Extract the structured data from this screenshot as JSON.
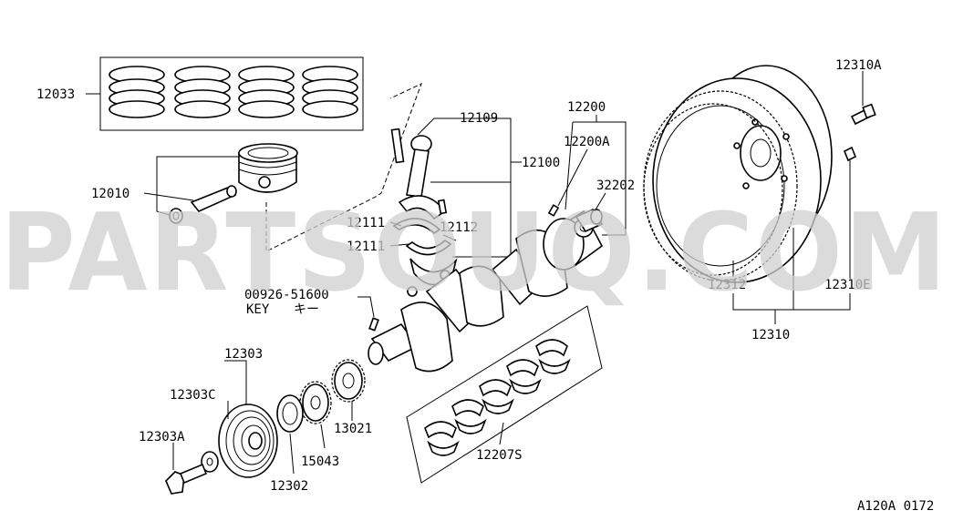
{
  "watermark": "PARTSOUQ.COM",
  "diagram_code": "A120A 0172",
  "labels": {
    "p12033": "12033",
    "p12010": "12010",
    "p12109": "12109",
    "p12100": "12100",
    "p12111a": "12111",
    "p12111b": "12111",
    "p12112": "12112",
    "p12200": "12200",
    "p12200A": "12200A",
    "p32202": "32202",
    "p00926": "00926-51600",
    "key_en": "KEY",
    "key_jp": "キー",
    "p12303": "12303",
    "p12303C": "12303C",
    "p12303A": "12303A",
    "p12302": "12302",
    "p15043": "15043",
    "p13021": "13021",
    "p12207S": "12207S",
    "p12310A": "12310A",
    "p12312": "12312",
    "p12310E": "12310E",
    "p12310": "12310"
  }
}
